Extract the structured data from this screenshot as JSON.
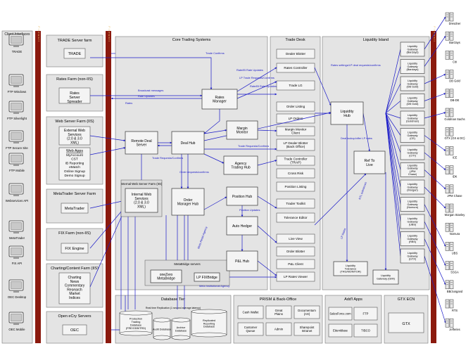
{
  "client": {
    "header": "Client Interfaces",
    "items": [
      "TRADE",
      "FTP Windows",
      "FTP Silverlight",
      "FTP Secure Site",
      "FTP Mobile",
      "Webservices API",
      "MetaTrader",
      "FIX API",
      "OEC Desktop",
      "OEC Mobile"
    ]
  },
  "firewalls": [
    "F i r e w a l l",
    "F i r e w a l l",
    "F i r e w a l l"
  ],
  "farms": {
    "trade": {
      "title": "TRADE Server farm",
      "box": "TRADE"
    },
    "rates": {
      "title": "Rates Farm (non-IIS)",
      "box": "Rates Server Spreader"
    },
    "web": {
      "title": "Web Server Farm (IIS)",
      "ext": "External Web Services (2.0 & 3.0 XML)",
      "apps": [
        "Web Apps",
        "MyAccount",
        "CST",
        "IB Reporting",
        "eMatch",
        "Online Signup",
        "Demo Signup"
      ]
    },
    "mt": {
      "title": "MetaTrader Server Farm",
      "box": "MetaTrader"
    },
    "fix": {
      "title": "FIX Farm (non-IIS)",
      "box": "FIX Engine"
    },
    "chart": {
      "title": "Charting/Content Farm (IIS)",
      "box": "Charting News Commentary Research Market Indices"
    },
    "oec": {
      "title": "Open eCry Servers",
      "box": "OEC"
    }
  },
  "core": {
    "title": "Core Trading Systems",
    "rates_manager": "Rates Manager",
    "remote_deal": "Remote Deal Server",
    "deal_hub": "Deal Hub",
    "margin_monitor": "Margin Monitor",
    "agency": "Agency Trading Hub",
    "internal_ws_title": "Internal Web Server Farm (IIS)",
    "internal_ws": "Internal Web Services (2.0 & 3.0 XML)",
    "order_manager": "Order Manager Hub",
    "position_hub": "Position Hub",
    "auto_hedger": "Auto Hedger",
    "pl_hub": "P&L Hub",
    "mb_title": "MetaBridge servers",
    "onezero": "oneZero MetaBridge",
    "lpfix": "LP FIXBridge"
  },
  "trade_desk": {
    "title": "Trade Desk",
    "items": [
      "Dealer Blotter",
      "Rates Controller",
      "Trade LG",
      "Order Listing",
      "LP Orders",
      "Margin Monitor Client",
      "LP Dealer Blotter (Back Office)",
      "Trade Controller (TRAP)",
      "Cross Risk",
      "Position Listing",
      "Trader Toolkit",
      "Tolerance Editor",
      "Live View",
      "Order Blotter",
      "P&L Client",
      "LP Rates Viewer"
    ]
  },
  "liquidity": {
    "title": "Liquidity Island",
    "hub": "Liquidity Hub",
    "rtl": "Ref To Live",
    "tol": "Liquidity Tolerance (TRG/MONITOR)",
    "gmi": "Liquidity Gateway (GMI)",
    "gateways": [
      "Liquidity Gateway (Barclays)",
      "Liquidity Gateway (Barclays)",
      "Liquidity Gateway (DB Gold)",
      "Liquidity Gateway (DB Gold)",
      "Liquidity Gateway (Goldman)",
      "Liquidity Gateway (CE)",
      "Liquidity Gateway (CITI)",
      "Liquidity Gateway (JPM Chase)",
      "Liquidity Gateway (Morgan)",
      "Liquidity Gateway (Nomura)",
      "Liquidity Gateway (UBS)",
      "Liquidity Gateway (RBS)",
      "Liquidity Gateway (GTX)"
    ],
    "providers": [
      "Dresdner",
      "Barclays",
      "Citi",
      "DB Gold",
      "DB-DE",
      "Goldman Sachs",
      "GTX (GX & DC)",
      "ICE",
      "IDK",
      "JPM Chase",
      "Morgan Stanley",
      "Nomura",
      "UBS",
      "SSGA",
      "BB/Jungand",
      "RTS",
      "Jefferies"
    ]
  },
  "db": {
    "title": "Database Tier",
    "note": "Real time Replication (1 second average latency)",
    "prod": "Production Trading Database (FRE/ODB/TRD)",
    "audit": "Audit Database",
    "archive": "Archive Database",
    "rep": "Replicated Reporting Database"
  },
  "prism": {
    "title": "PRISM & Back-Office",
    "items": [
      "Cash Wallet",
      "Great Plains",
      "Documentum (AX)",
      "Customer Queue",
      "Admin",
      "Sharepoint Intranet"
    ]
  },
  "ascii": {
    "title": "Add'l Apps",
    "items": [
      "SalesForce.com",
      "FTP",
      "Ettemblase",
      "TIBCO"
    ]
  },
  "gtx": {
    "title": "GTX ECN",
    "box": "GTX"
  },
  "labels": [
    "Broadcast messages",
    "Rate Updates",
    "Rates",
    "Trade Confirms",
    "Rate/IB Rate Updates",
    "Rate/IB Rate Updates",
    "LP Trade Requests/Confirms",
    "Rates settings/LP deal requests/confirms",
    "Trade Requests/Confirms",
    "Order requests/confirms",
    "Trade Requests/Confirms",
    "Position Updates",
    "Meta Retail Agency",
    "Meta Institutional Agency",
    "LP Rates",
    "Deal lookup/offer LP rates",
    "NTL tolerances"
  ]
}
